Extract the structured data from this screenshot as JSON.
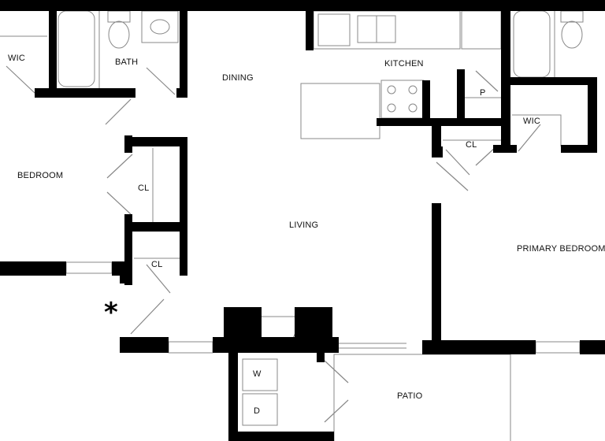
{
  "floorplan": {
    "rooms": {
      "wic_left": "WIC",
      "bath": "BATH",
      "dining": "DINING",
      "kitchen": "KITCHEN",
      "pantry": "P",
      "wic_right": "WIC",
      "closet_kitchen": "CL",
      "bedroom": "BEDROOM",
      "closet_upper": "CL",
      "living": "LIVING",
      "primary_bedroom": "PRIMARY BEDROOM",
      "closet_lower": "CL",
      "washer": "W",
      "dryer": "D",
      "patio": "PATIO"
    },
    "marker": "*",
    "colors": {
      "wall": "#000000",
      "line": "#888888",
      "background": "#ffffff"
    }
  }
}
